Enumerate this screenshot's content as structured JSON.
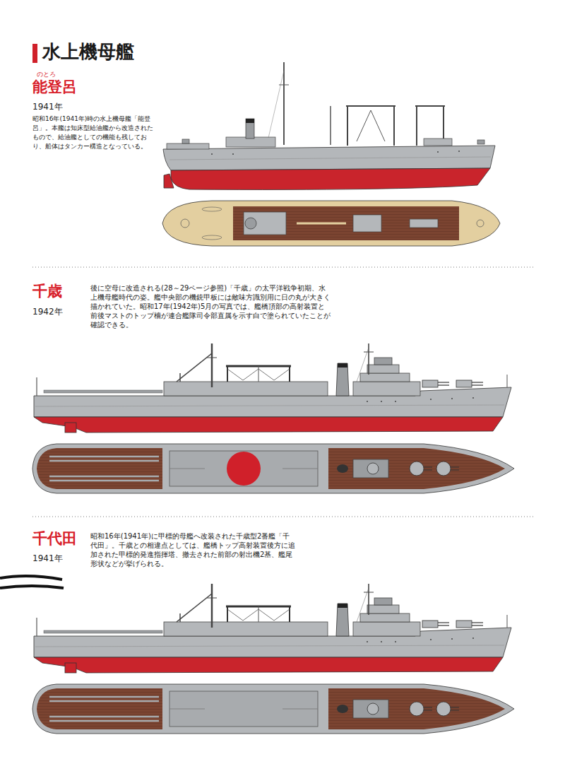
{
  "diagram": {
    "title": "水上機母艦",
    "labels": [
      "のとろ",
      "能登呂",
      "1941年",
      "昭和16年(1941年)時の水上機母艦「能登呂」。本艦は知床型給油艦から改造されたもので、給油艦としての機能も残しており、船体はタンカー構造となっている。",
      "千歳",
      "1942年",
      "後に空母に改造される(28～29ページ参照)「千歳」の太平洋戦争初期、水上機母艦時代の姿。艦中央部の機銃甲板には敵味方識別用に日の丸が大きく描かれていた。昭和17年(1942年)5月の写真では、艦橋頂部の高射装置と前後マストのトップ檣が連合艦隊司令部直属を示す白で塗られていたことが確認できる。",
      "千代田",
      "1941年",
      "昭和16年(1941年)に甲標的母艦へ改装された千歳型2番艦「千代田」。千歳との相違点としては、艦橋トップ高射装置後方に追加された甲標的発進指揮塔、撤去された前部の射出機2基、艦尾形状などが挙げられる。"
    ]
  }
}
